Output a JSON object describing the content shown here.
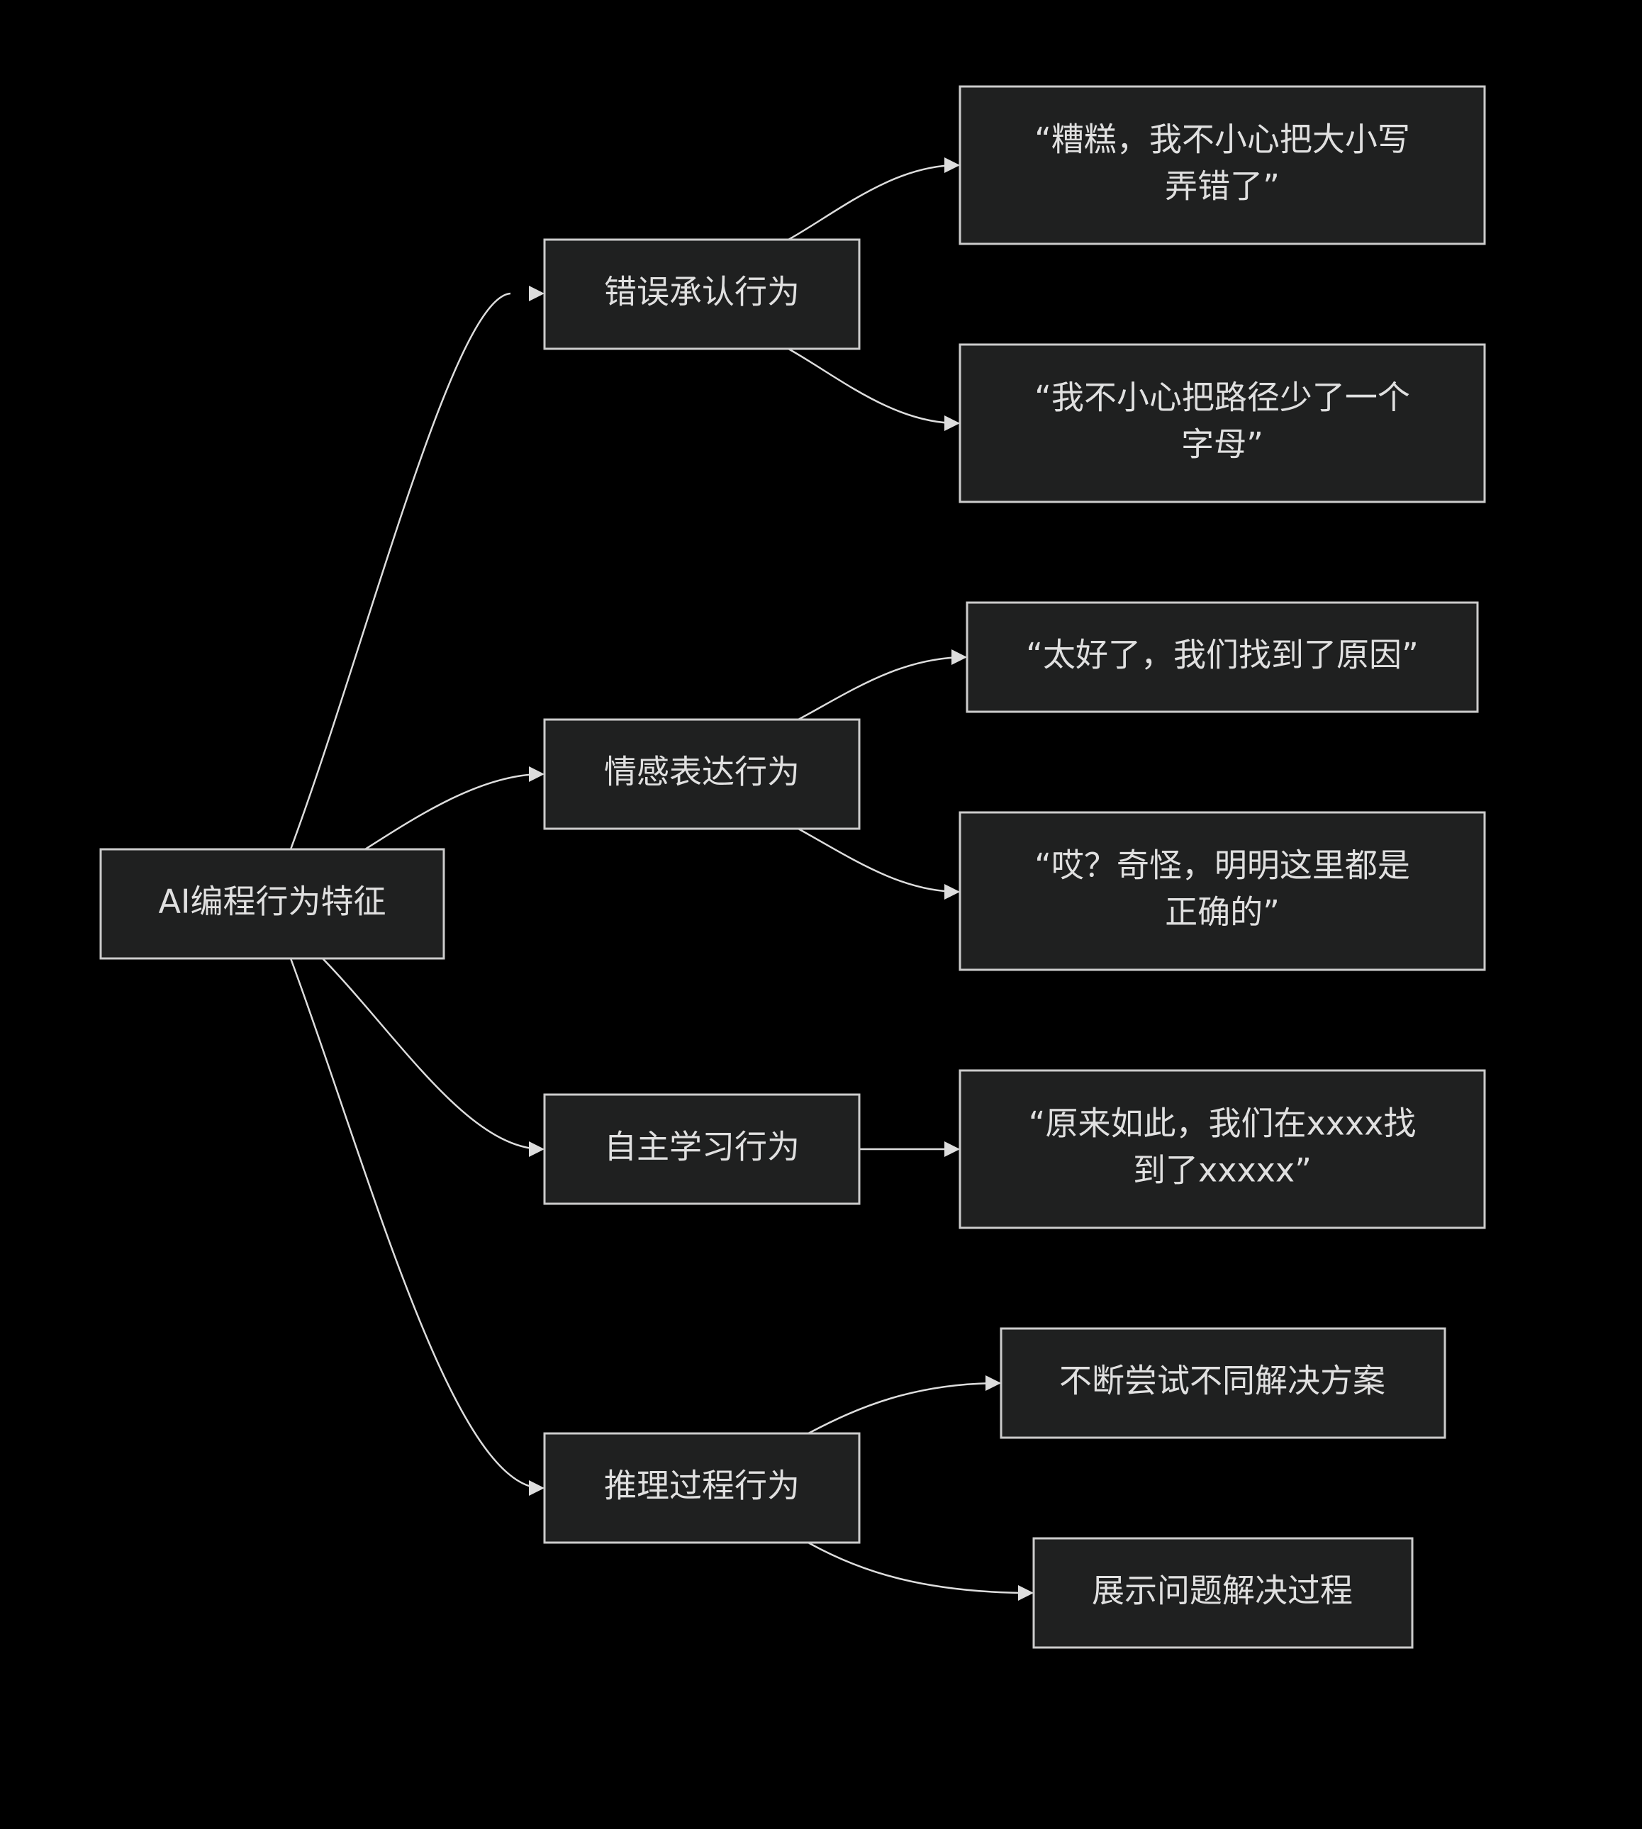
{
  "diagram": {
    "type": "mindmap-flow",
    "colors": {
      "background": "#000000",
      "node_fill": "#1f2020",
      "node_border": "#cccccc",
      "text": "#e0e0e0",
      "edge": "#dddddd"
    },
    "root": {
      "label": "AI编程行为特征"
    },
    "categories": [
      {
        "label": "错误承认行为",
        "children": [
          {
            "lines": [
              "“糟糕，我不小心把大小写",
              "弄错了”"
            ]
          },
          {
            "lines": [
              "“我不小心把路径少了一个",
              "字母”"
            ]
          }
        ]
      },
      {
        "label": "情感表达行为",
        "children": [
          {
            "lines": [
              "“太好了，我们找到了原因”"
            ]
          },
          {
            "lines": [
              "“哎？奇怪，明明这里都是",
              "正确的”"
            ]
          }
        ]
      },
      {
        "label": "自主学习行为",
        "children": [
          {
            "lines": [
              "“原来如此，我们在xxxx找",
              "到了xxxxx”"
            ]
          }
        ]
      },
      {
        "label": "推理过程行为",
        "children": [
          {
            "lines": [
              "不断尝试不同解决方案"
            ]
          },
          {
            "lines": [
              "展示问题解决过程"
            ]
          }
        ]
      }
    ]
  }
}
